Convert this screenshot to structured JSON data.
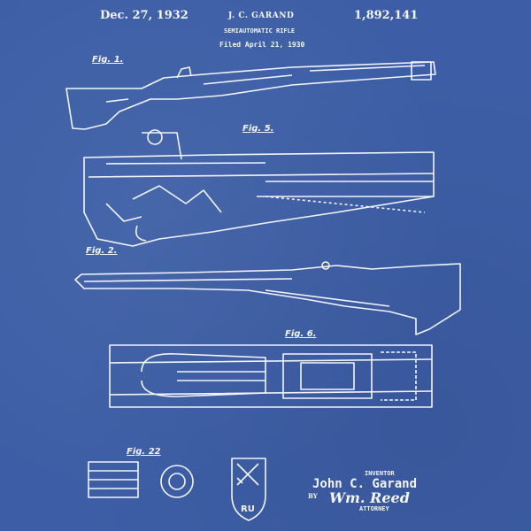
{
  "header": {
    "date": "Dec. 27, 1932",
    "inventor_name": "J. C. GARAND",
    "title": "SEMIAUTOMATIC RIFLE",
    "filed": "Filed April 21, 1930",
    "patent_number": "1,892,141"
  },
  "figures": [
    "Fig. 1.",
    "Fig. 5.",
    "Fig. 2.",
    "Fig. 6.",
    "Fig. 22"
  ],
  "footer": {
    "inventor_label": "INVENTOR",
    "inventor": "John C. Garand",
    "by_label": "BY",
    "signature": "Wm. Reed",
    "attorney_label": "ATTORNEY",
    "emblem": "RU"
  },
  "colors": {
    "background": "#3d5ea6",
    "ink": "#f2f4fa"
  }
}
